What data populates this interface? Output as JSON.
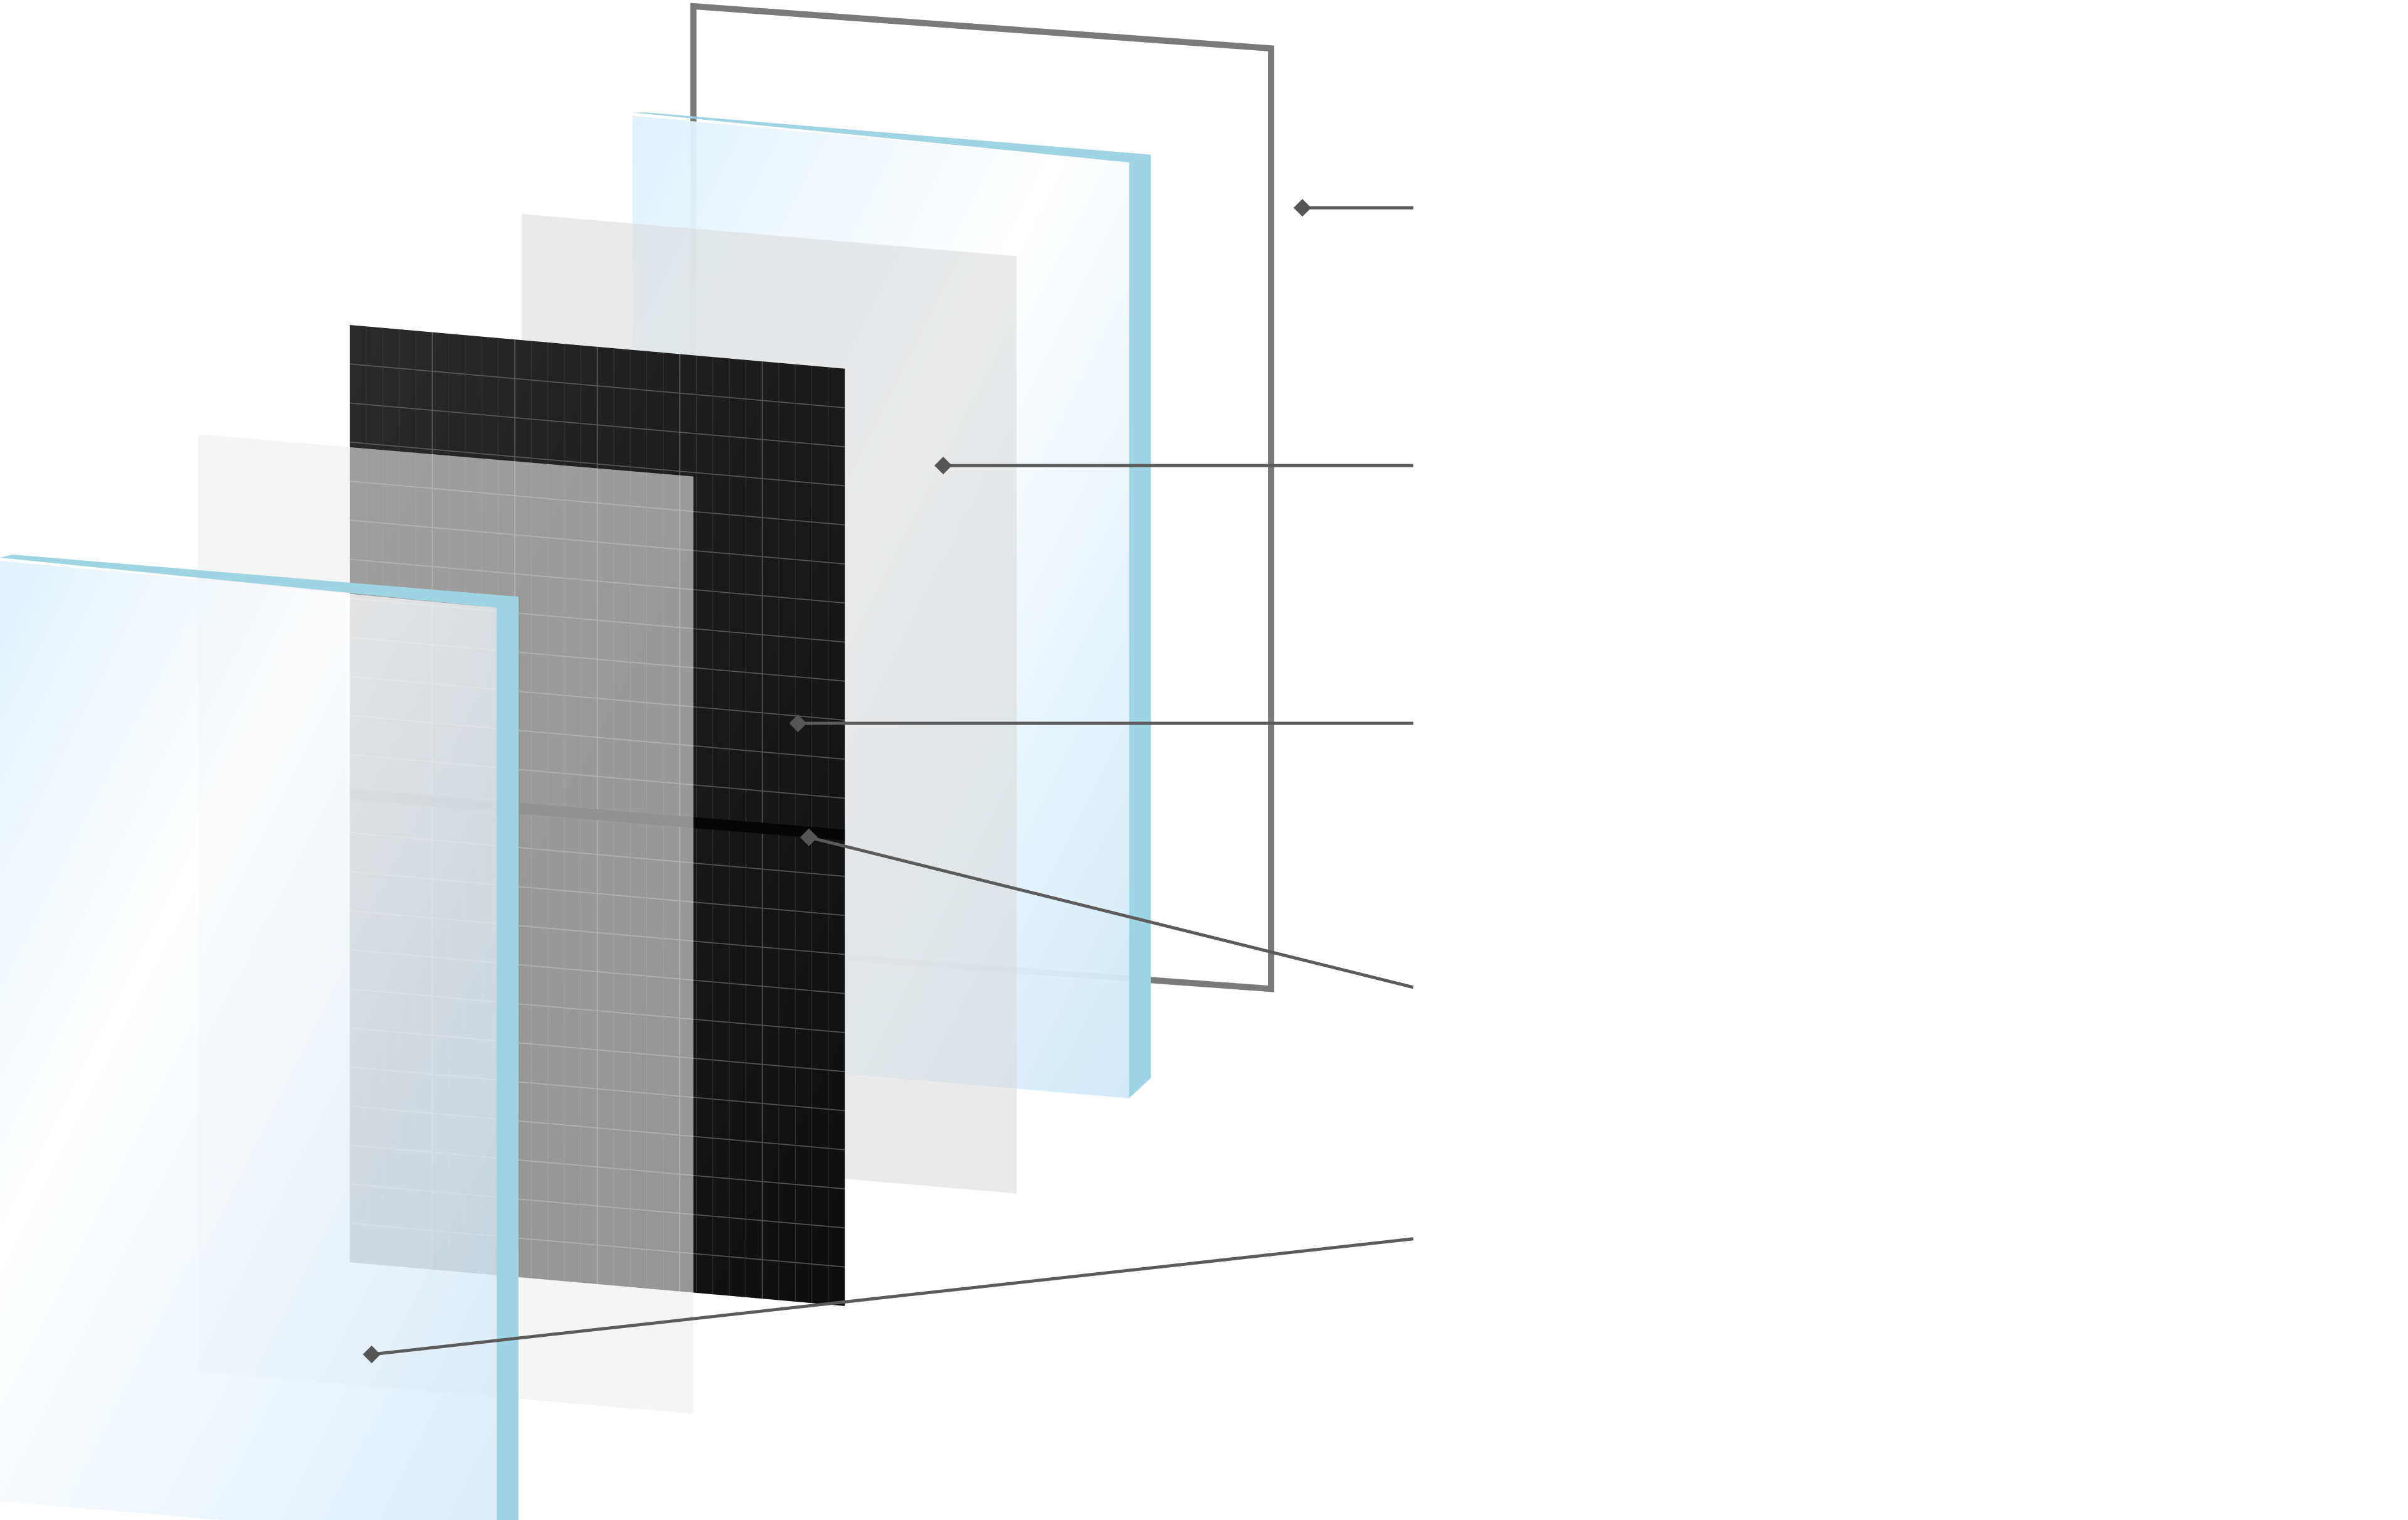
{
  "diagram": {
    "kind": "exploded-layers",
    "colors": {
      "background": "#ffffff",
      "glass_face": "#e3f2fb",
      "glass_edge": "#9fd4e4",
      "frame": "#7a7a7a",
      "encapsulant": "#dcdcdc",
      "cell_dark": "#151515",
      "cell_grid": "#5a5a5a",
      "leader_line": "#5b5b5b",
      "leader_marker": "#555555"
    },
    "layers": [
      {
        "id": "frame",
        "icon": "rectangular-frame"
      },
      {
        "id": "back-glass",
        "icon": "glass-pane"
      },
      {
        "id": "rear-encapsulant",
        "icon": "film-sheet"
      },
      {
        "id": "solar-cells",
        "icon": "cell-grid"
      },
      {
        "id": "front-encapsulant",
        "icon": "film-sheet"
      },
      {
        "id": "front-glass",
        "icon": "glass-pane"
      }
    ],
    "callouts": [
      {
        "id": "callout-frame",
        "target": "frame",
        "label": ""
      },
      {
        "id": "callout-encapsulant",
        "target": "rear-encapsulant",
        "label": ""
      },
      {
        "id": "callout-cells",
        "target": "solar-cells",
        "label": ""
      },
      {
        "id": "callout-cell-busbar",
        "target": "solar-cells",
        "label": ""
      },
      {
        "id": "callout-front-glass",
        "target": "front-glass",
        "label": ""
      }
    ]
  }
}
